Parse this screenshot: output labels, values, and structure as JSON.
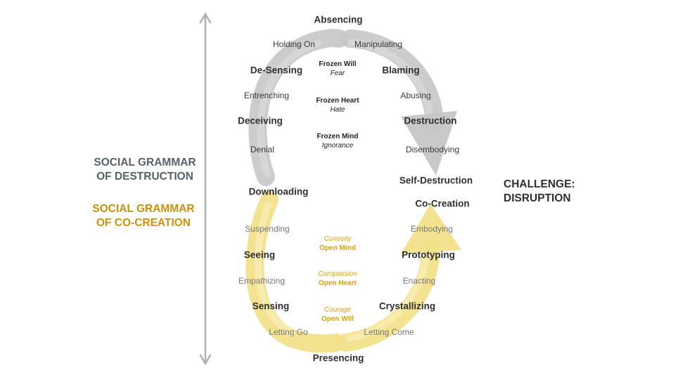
{
  "left_labels": {
    "destruction": [
      "SOCIAL GRAMMAR",
      "OF DESTRUCTION"
    ],
    "cocreation": [
      "SOCIAL GRAMMAR",
      "OF CO-CREATION"
    ]
  },
  "right_label": [
    "CHALLENGE:",
    "DISRUPTION"
  ],
  "destruction_nodes": {
    "absencing": "Absencing",
    "holding_on": "Holding On",
    "manipulating": "Manipulating",
    "de_sensing": "De-Sensing",
    "blaming": "Blaming",
    "entrenching": "Entrenching",
    "abusing": "Abusing",
    "deceiving": "Deceiving",
    "destruction": "Destruction",
    "denial": "Denial",
    "disembodying": "Disembodying",
    "self_destruction": "Self-Destruction",
    "downloading": "Downloading"
  },
  "destruction_center": [
    {
      "title": "Frozen Will",
      "sub": "Fear"
    },
    {
      "title": "Frozen Heart",
      "sub": "Hate"
    },
    {
      "title": "Frozen Mind",
      "sub": "Ignorance"
    }
  ],
  "cocreation_nodes": {
    "co_creation": "Co-Creation",
    "suspending": "Suspending",
    "embodying": "Embodying",
    "seeing": "Seeing",
    "prototyping": "Prototyping",
    "empathizing": "Empathizing",
    "enacting": "Enacting",
    "sensing": "Sensing",
    "crystallizing": "Crystallizing",
    "letting_go": "Letting Go",
    "letting_come": "Letting Come",
    "presencing": "Presencing"
  },
  "cocreation_center": [
    {
      "sub": "Curiosity",
      "title": "Open Mind"
    },
    {
      "sub": "Compassion",
      "title": "Open Heart"
    },
    {
      "sub": "Courage",
      "title": "Open Will"
    }
  ],
  "colors": {
    "gray_loop": "#c4c6c8",
    "yellow_loop": "#f2e08a",
    "arrow_line": "#b0b0b0",
    "destruction_text": "#56616b",
    "cocreation_text": "#c9920a",
    "center_gold": "#d9a400"
  }
}
